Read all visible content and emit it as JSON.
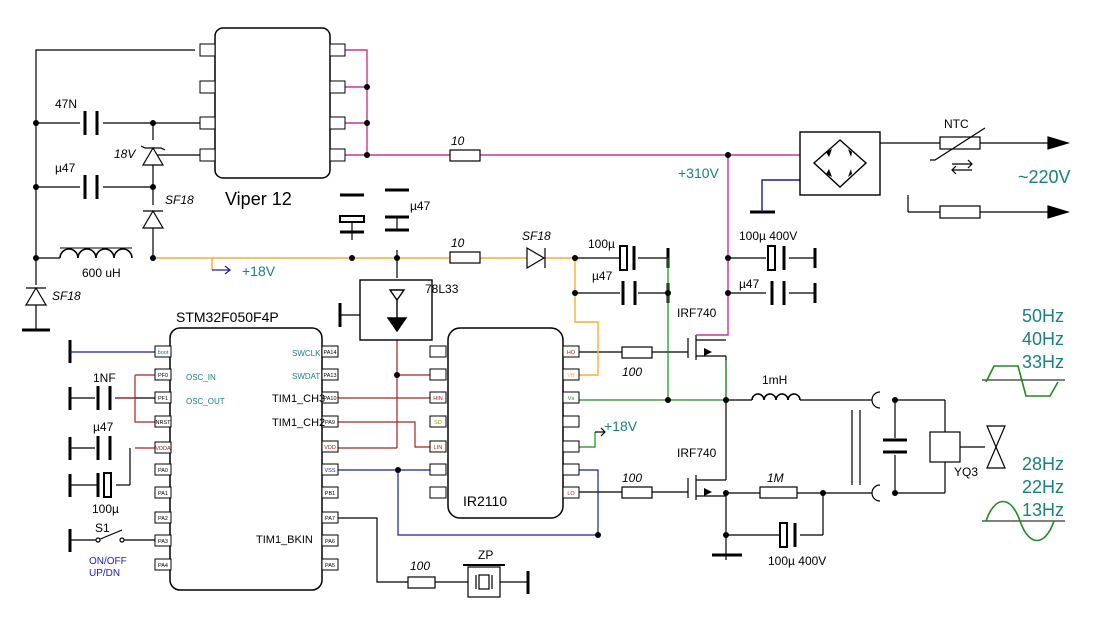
{
  "colors": {
    "wire": "#000000",
    "rail_310": "#cc3399",
    "rail_18": "#ffaa33",
    "wire_blue": "#1a1aa8",
    "wire_red": "#aa2222",
    "wire_green": "#1f8a1f",
    "label_teal": "#1a8080",
    "label_blue": "#1a1acc"
  },
  "ics": {
    "viper": "Viper 12",
    "mcu": "STM32F050F4P",
    "driver": "IR2110",
    "regulator": "78L33"
  },
  "mcu_pins_left": [
    "boot",
    "PF0",
    "PF1",
    "NRST",
    "VDDA",
    "PA0",
    "PA1",
    "PA2",
    "PA3",
    "PA4"
  ],
  "mcu_pins_right": [
    "PA14",
    "PA13",
    "PA10",
    "PA9",
    "VSS",
    "PB1",
    "PA7",
    "PA6",
    "PA5"
  ],
  "mcu_inner_left": [
    "OSC_IN",
    "OSC_OUT"
  ],
  "mcu_inner_right": [
    "SWCLK",
    "SWDAT"
  ],
  "mcu_signal_labels": [
    "TIM1_CH3",
    "TIM1_CH2",
    "TIM1_BKIN"
  ],
  "driver_pins_left": [
    "HIN",
    "SD",
    "LIN",
    "VDD",
    "VSS"
  ],
  "driver_pins_right": [
    "HO",
    "VB",
    "Vs",
    "LO"
  ],
  "component_labels": {
    "c_47n": "47N",
    "c_u47_top": "µ47",
    "zener_18v": "18V",
    "diode_sf18_a": "SF18",
    "inductor_600": "600 uH",
    "diode_sf18_b": "SF18",
    "cap_u47_mid": "µ47",
    "res_10_a": "10",
    "res_10_b": "10",
    "diode_sf18_c": "SF18",
    "cap_100u": "100µ",
    "cap_u47_boot": "µ47",
    "cap_100u_400v_a": "100µ 400V",
    "cap_u47_hv": "µ47",
    "mosfet_hi": "IRF740",
    "mosfet_lo": "IRF740",
    "res_100_a": "100",
    "res_100_b": "100",
    "res_100_c": "100",
    "ind_1mh": "1mH",
    "res_1m": "1M",
    "cap_100u_400v_b": "100µ 400V",
    "cap_1nf": "1NF",
    "cap_u47_vdda": "µ47",
    "cap_100u_mcu": "100µ",
    "switch": "S1",
    "switch_note_1": "ON/OFF",
    "switch_note_2": "UP/DN",
    "buzzer": "ZP",
    "ntc": "NTC",
    "coil": "YQ3"
  },
  "rail_labels": {
    "v310": "+310V",
    "v18_a": "+18V",
    "v18_b": "+18V",
    "mains": "~220V"
  },
  "frequencies_square": [
    "50Hz",
    "40Hz",
    "33Hz"
  ],
  "frequencies_sine": [
    "28Hz",
    "22Hz",
    "13Hz"
  ]
}
